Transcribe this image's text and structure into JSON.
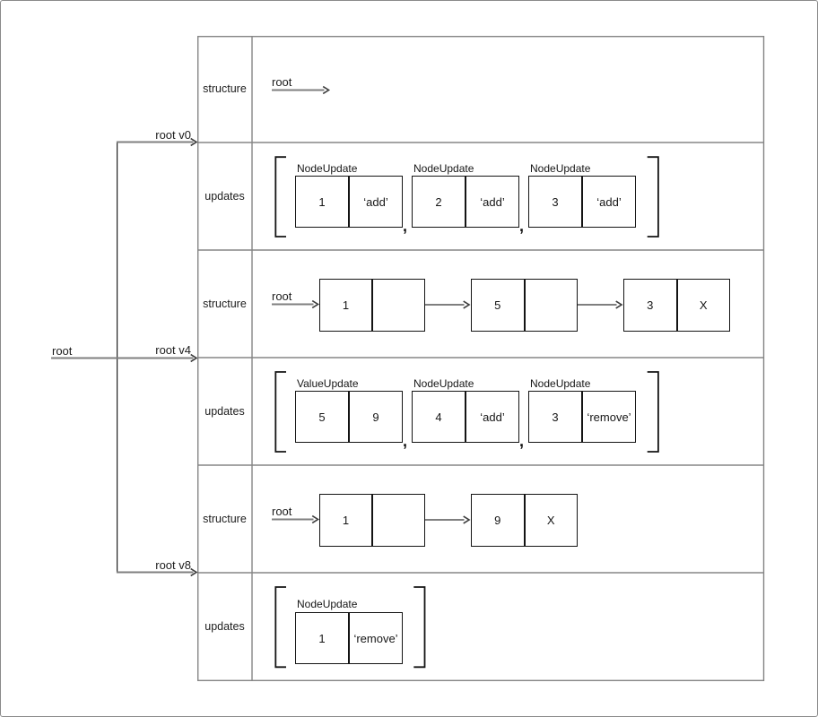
{
  "tree": {
    "root_label": "root",
    "branches": [
      {
        "label": "root v0"
      },
      {
        "label": "root v4"
      },
      {
        "label": "root v8"
      }
    ]
  },
  "comma": ",",
  "table": {
    "rows": [
      {
        "label": "structure",
        "pointer": "root",
        "nodes": []
      },
      {
        "label": "updates",
        "boxes": [
          {
            "title": "NodeUpdate",
            "key": "1",
            "op": "‘add’"
          },
          {
            "title": "NodeUpdate",
            "key": "2",
            "op": "‘add’"
          },
          {
            "title": "NodeUpdate",
            "key": "3",
            "op": "‘add’"
          }
        ]
      },
      {
        "label": "structure",
        "pointer": "root",
        "nodes": [
          {
            "value": "1",
            "next": ""
          },
          {
            "value": "5",
            "next": ""
          },
          {
            "value": "3",
            "next": "X"
          }
        ]
      },
      {
        "label": "updates",
        "boxes": [
          {
            "title": "ValueUpdate",
            "key": "5",
            "op": "9"
          },
          {
            "title": "NodeUpdate",
            "key": "4",
            "op": "‘add’"
          },
          {
            "title": "NodeUpdate",
            "key": "3",
            "op": "‘remove’"
          }
        ]
      },
      {
        "label": "structure",
        "pointer": "root",
        "nodes": [
          {
            "value": "1",
            "next": ""
          },
          {
            "value": "9",
            "next": "X"
          }
        ]
      },
      {
        "label": "updates",
        "boxes": [
          {
            "title": "NodeUpdate",
            "key": "1",
            "op": "‘remove’"
          }
        ]
      }
    ]
  }
}
